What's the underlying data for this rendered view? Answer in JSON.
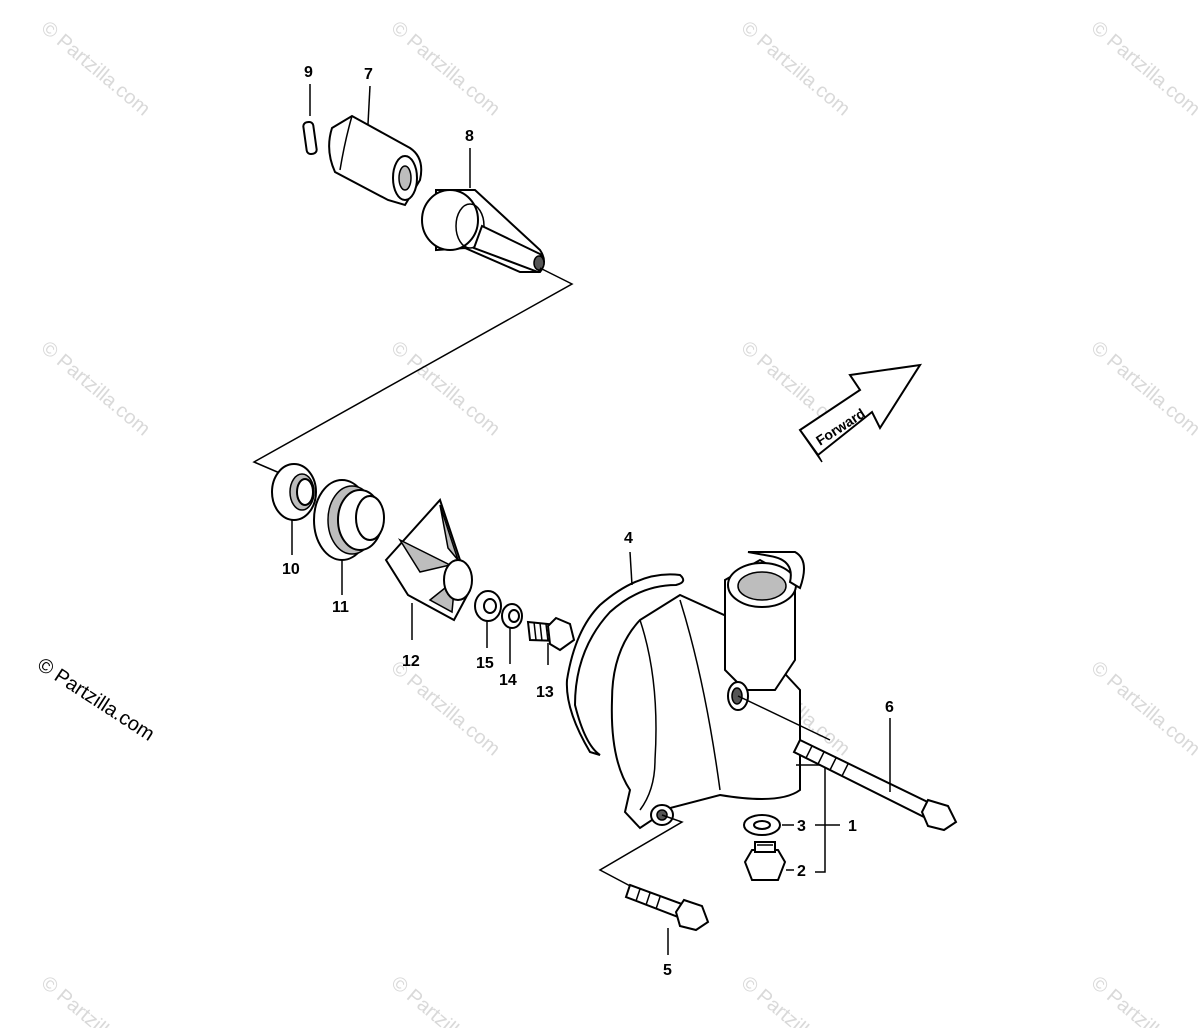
{
  "diagram": {
    "callouts": [
      "1",
      "2",
      "3",
      "4",
      "5",
      "6",
      "7",
      "8",
      "9",
      "10",
      "11",
      "12",
      "13",
      "14",
      "15"
    ],
    "forward_label": "Forward",
    "copyright": "© Partzilla.com",
    "watermark": "© Partzilla.com"
  }
}
